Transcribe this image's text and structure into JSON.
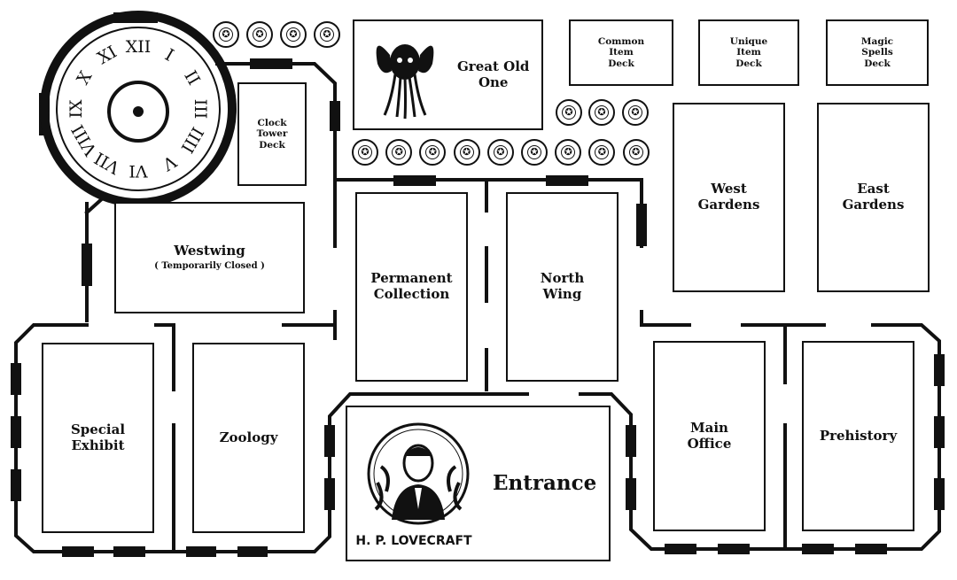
{
  "board": {
    "clock": {
      "numerals": [
        "XII",
        "I",
        "II",
        "III",
        "IIII",
        "V",
        "VI",
        "VII",
        "VIII",
        "IX",
        "X",
        "XI"
      ]
    },
    "decks": {
      "clock_tower": "Clock\nTower\nDeck",
      "common_item": "Common\nItem\nDeck",
      "unique_item": "Unique\nItem\nDeck",
      "magic_spells": "Magic\nSpells\nDeck"
    },
    "great_old_one": {
      "label": "Great Old\nOne",
      "icon": "cthulhu-illustration"
    },
    "rooms": {
      "westwing": "Westwing",
      "westwing_note": "( Temporarily  Closed )",
      "permanent_collection": "Permanent\nCollection",
      "north_wing": "North\nWing",
      "west_gardens": "West\nGardens",
      "east_gardens": "East\nGardens",
      "special_exhibit": "Special\nExhibit",
      "zoology": "Zoology",
      "main_office": "Main\nOffice",
      "prehistory": "Prehistory"
    },
    "entrance": {
      "label": "Entrance",
      "portrait_caption": "H. P. LOVECRAFT",
      "icon": "lovecraft-portrait"
    },
    "elder_sign_icon": "✪"
  }
}
